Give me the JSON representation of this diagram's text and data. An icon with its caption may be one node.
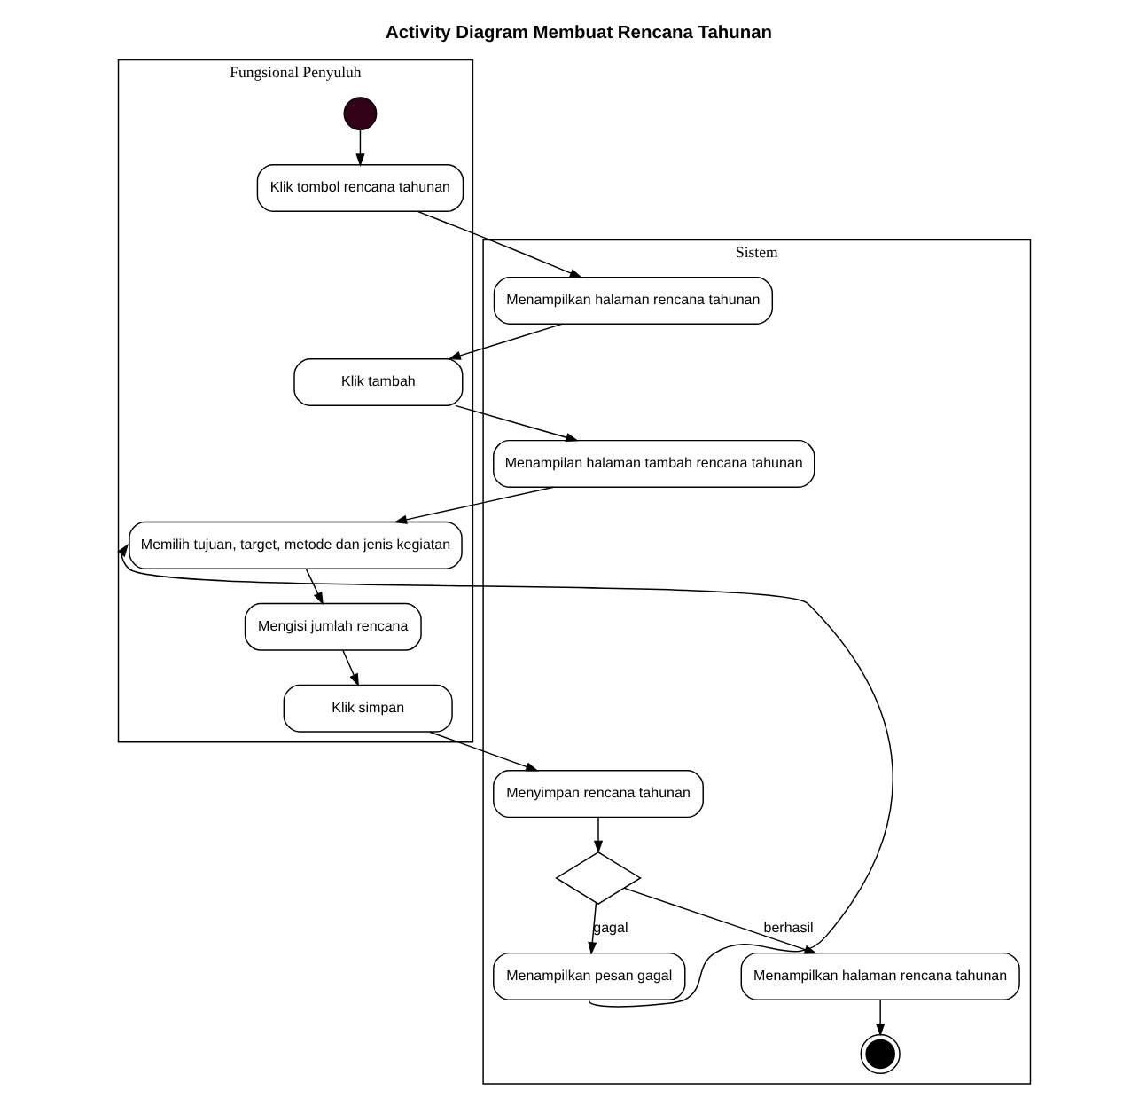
{
  "diagram": {
    "title": "Activity Diagram Membuat Rencana Tahunan",
    "nodes": [
      {
        "text": [
          "Fungsional Penyuluh"
        ]
      },
      {
        "text": [
          "Sistem"
        ]
      },
      {
        "text": [],
        "shape": "circle",
        "in": 0
      },
      {
        "text": [
          "Klik tombol rencana tahunan"
        ],
        "in": 0
      },
      {
        "text": [
          "Menampilkan halaman rencana tahunan"
        ],
        "in": 1
      },
      {
        "text": [
          "Klik tambah"
        ],
        "in": 0
      },
      {
        "text": [
          "Menampilan halaman tambah rencana tahunan"
        ],
        "in": 1
      },
      {
        "text": [
          "Memilih tujuan, target, metode dan jenis kegiatan"
        ],
        "in": 0
      },
      {
        "text": [
          "Mengisi jumlah rencana"
        ],
        "in": 0
      },
      {
        "text": [
          "Klik simpan"
        ],
        "in": 0
      },
      {
        "text": [
          "Menyimpan rencana tahunan"
        ],
        "in": 1
      },
      {
        "text": [],
        "shape": "diamond",
        "in": 1
      },
      {
        "text": [
          "Menampilkan pesan gagal"
        ],
        "in": 1
      },
      {
        "text": [
          "Menampilkan halaman rencana tahunan"
        ],
        "in": 1
      },
      {
        "text": [],
        "shape": "circle",
        "in": 1
      }
    ],
    "edges": [
      {
        "from": 2,
        "to": 3,
        "arrow": "to"
      },
      {
        "from": 3,
        "to": 4,
        "arrow": "to"
      },
      {
        "from": 4,
        "to": 5,
        "arrow": "to"
      },
      {
        "from": 5,
        "to": 6,
        "arrow": "to"
      },
      {
        "from": 6,
        "to": 7,
        "arrow": "to"
      },
      {
        "from": 7,
        "to": 8,
        "arrow": "to"
      },
      {
        "from": 8,
        "to": 9,
        "arrow": "to"
      },
      {
        "from": 9,
        "to": 10,
        "arrow": "to"
      },
      {
        "from": 10,
        "to": 11,
        "arrow": "to"
      },
      {
        "from": 11,
        "to": 12,
        "arrow": "to",
        "label": "gagal"
      },
      {
        "from": 11,
        "to": 13,
        "arrow": "to",
        "label": "berhasil"
      },
      {
        "from": 12,
        "to": 7,
        "arrow": "to"
      },
      {
        "from": 13,
        "to": 14,
        "arrow": "to"
      }
    ]
  }
}
